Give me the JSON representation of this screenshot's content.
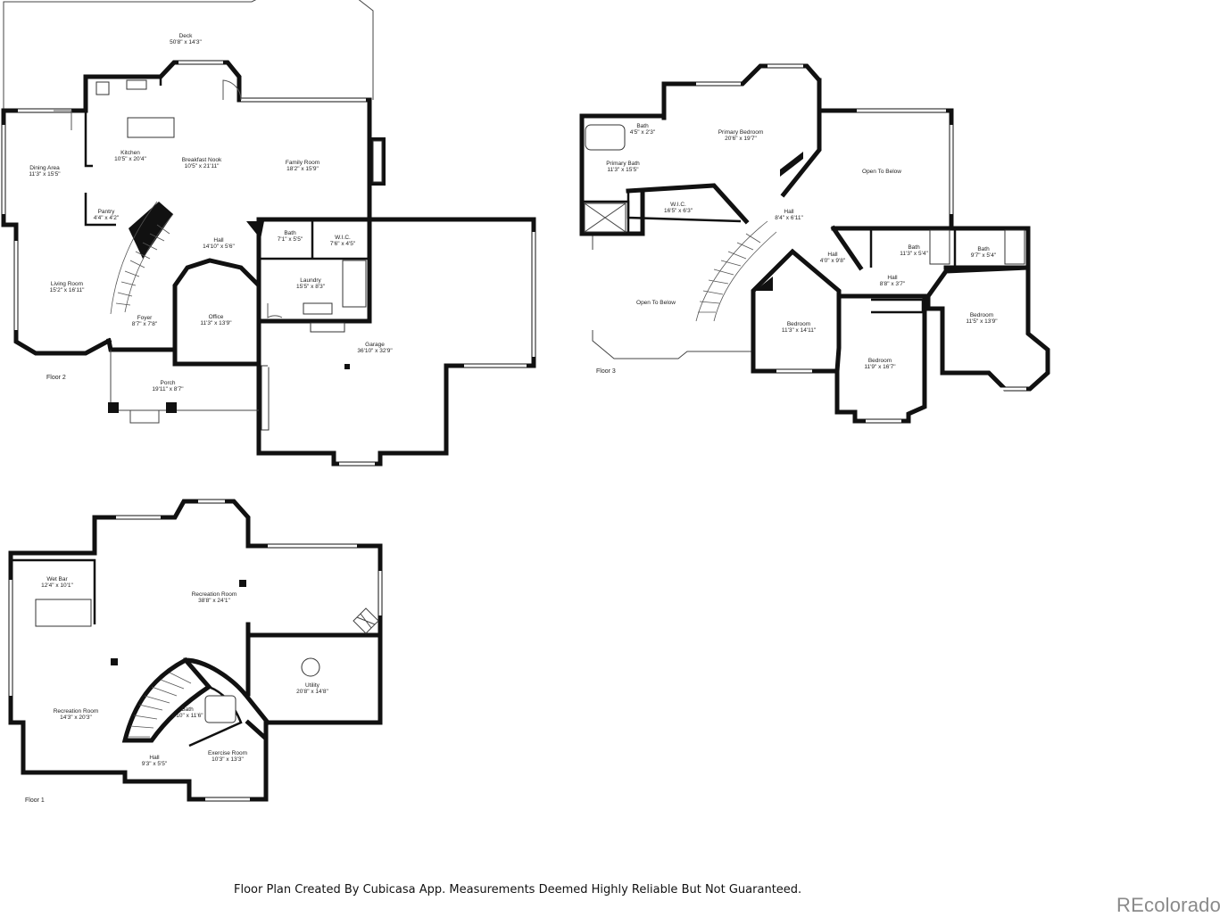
{
  "floor2": {
    "label": "Floor 2",
    "rooms": [
      {
        "name": "Deck",
        "dims": "50'8\" x 14'3\""
      },
      {
        "name": "Dining Area",
        "dims": "11'3\" x 15'5\""
      },
      {
        "name": "Kitchen",
        "dims": "10'5\" x 20'4\""
      },
      {
        "name": "Breakfast Nook",
        "dims": "10'5\" x 21'11\""
      },
      {
        "name": "Family Room",
        "dims": "18'2\" x 15'9\""
      },
      {
        "name": "Pantry",
        "dims": "4'4\" x 4'2\""
      },
      {
        "name": "Hall",
        "dims": "14'10\" x 5'6\""
      },
      {
        "name": "Bath",
        "dims": "7'1\" x 5'5\""
      },
      {
        "name": "W.I.C.",
        "dims": "7'6\" x 4'5\""
      },
      {
        "name": "Living Room",
        "dims": "15'2\" x 16'11\""
      },
      {
        "name": "Laundry",
        "dims": "15'5\" x 8'3\""
      },
      {
        "name": "Office",
        "dims": "11'3\" x 13'9\""
      },
      {
        "name": "Foyer",
        "dims": "8'7\" x 7'8\""
      },
      {
        "name": "Garage",
        "dims": "36'10\" x 32'9\""
      },
      {
        "name": "Porch",
        "dims": "19'11\" x 8'7\""
      }
    ]
  },
  "floor3": {
    "label": "Floor 3",
    "rooms": [
      {
        "name": "Bath",
        "dims": "4'5\" x 2'3\""
      },
      {
        "name": "Primary Bedroom",
        "dims": "20'6\" x 19'7\""
      },
      {
        "name": "Primary Bath",
        "dims": "11'3\" x 15'5\""
      },
      {
        "name": "Open To Below",
        "dims": ""
      },
      {
        "name": "W.I.C.",
        "dims": "16'5\" x 6'3\""
      },
      {
        "name": "Hall",
        "dims": "8'4\" x 6'11\""
      },
      {
        "name": "Bath",
        "dims": "11'3\" x 5'4\""
      },
      {
        "name": "Bath",
        "dims": "9'7\" x 5'4\""
      },
      {
        "name": "Hall",
        "dims": "4'0\" x 9'8\""
      },
      {
        "name": "Hall",
        "dims": "8'8\" x 3'7\""
      },
      {
        "name": "Open To Below",
        "dims": ""
      },
      {
        "name": "Bedroom",
        "dims": "11'5\" x 13'9\""
      },
      {
        "name": "Bedroom",
        "dims": "11'3\" x 14'11\""
      },
      {
        "name": "Bedroom",
        "dims": "11'9\" x 16'7\""
      }
    ]
  },
  "floor1": {
    "label": "Floor 1",
    "rooms": [
      {
        "name": "Wet Bar",
        "dims": "12'4\" x 10'1\""
      },
      {
        "name": "Recreation Room",
        "dims": "38'8\" x 24'1\""
      },
      {
        "name": "Utility",
        "dims": "20'8\" x 14'8\""
      },
      {
        "name": "Bath",
        "dims": "6'10\" x 11'6\""
      },
      {
        "name": "Recreation Room",
        "dims": "14'3\" x 20'3\""
      },
      {
        "name": "Exercise Room",
        "dims": "10'3\" x 13'3\""
      },
      {
        "name": "Hall",
        "dims": "9'3\" x 5'5\""
      }
    ]
  },
  "footer": "Floor Plan Created By Cubicasa App. Measurements Deemed Highly Reliable But Not Guaranteed.",
  "brand": "REcolorado",
  "colors": {
    "wall": "#111111",
    "background": "#ffffff",
    "brand": "#8a8a8a"
  }
}
